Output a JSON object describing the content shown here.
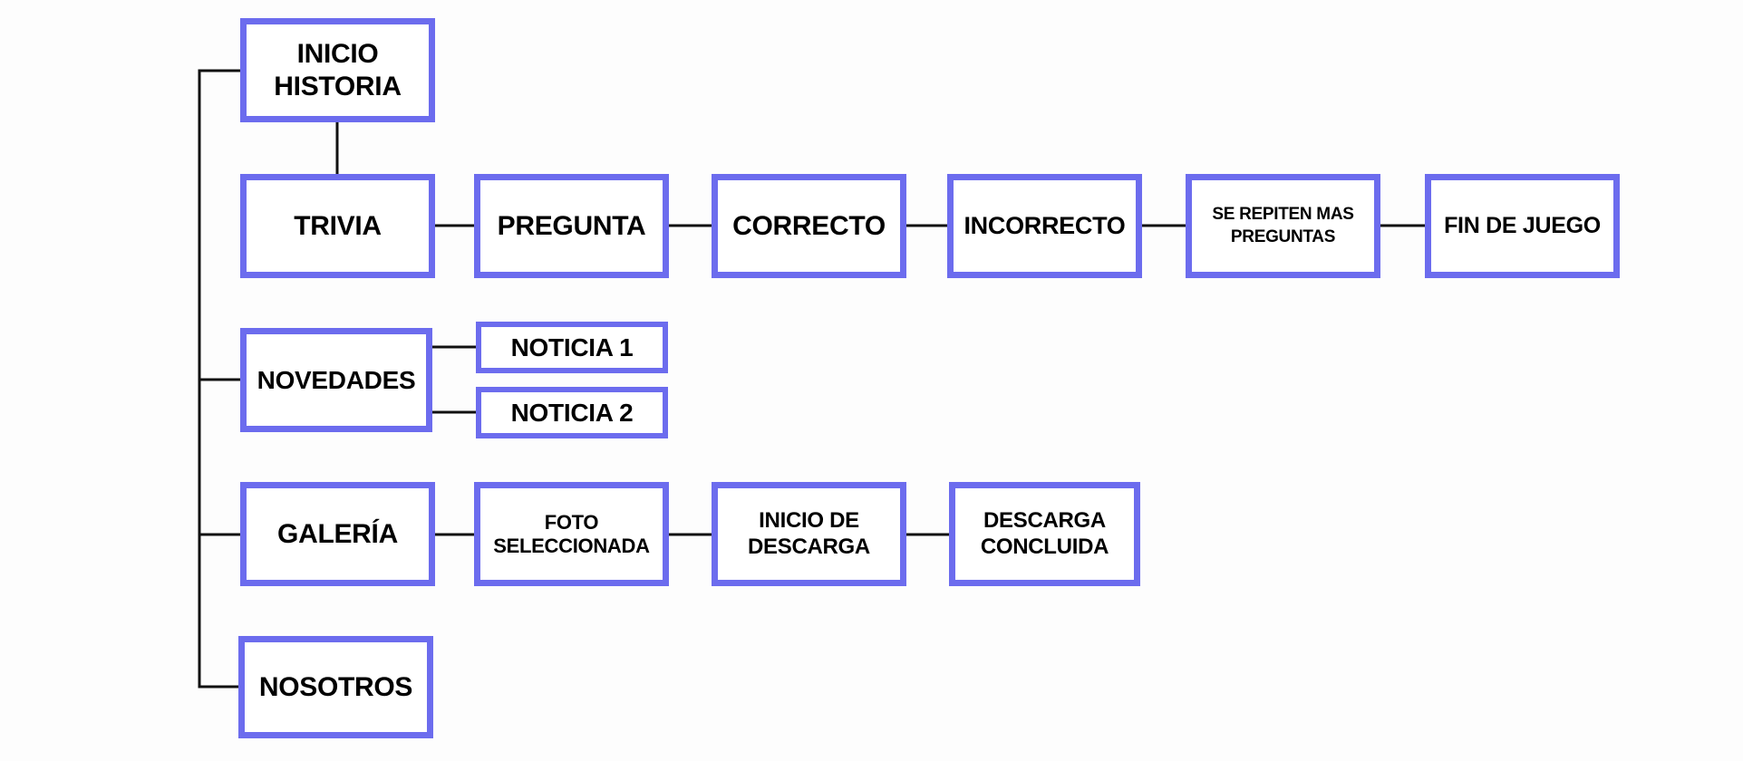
{
  "diagram": {
    "type": "sitemap-flowchart",
    "colors": {
      "node_border": "#6c6cee",
      "line": "#111111",
      "text": "#000000",
      "bg": "#fdfdfd"
    },
    "nodes": [
      {
        "id": "inicio-historia",
        "label": "INICIO HISTORIA"
      },
      {
        "id": "trivia",
        "label": "TRIVIA"
      },
      {
        "id": "pregunta",
        "label": "PREGUNTA"
      },
      {
        "id": "correcto",
        "label": "CORRECTO"
      },
      {
        "id": "incorrecto",
        "label": "INCORRECTO"
      },
      {
        "id": "se-repiten-mas-preguntas",
        "label": "SE REPITEN MAS PREGUNTAS"
      },
      {
        "id": "fin-de-juego",
        "label": "FIN DE JUEGO"
      },
      {
        "id": "novedades",
        "label": "NOVEDADES"
      },
      {
        "id": "noticia-1",
        "label": "NOTICIA 1"
      },
      {
        "id": "noticia-2",
        "label": "NOTICIA 2"
      },
      {
        "id": "galeria",
        "label": "GALERÍA"
      },
      {
        "id": "foto-seleccionada",
        "label": "FOTO SELECCIONADA"
      },
      {
        "id": "inicio-de-descarga",
        "label": "INICIO DE DESCARGA"
      },
      {
        "id": "descarga-concluida",
        "label": "DESCARGA CONCLUIDA"
      },
      {
        "id": "nosotros",
        "label": "NOSOTROS"
      }
    ],
    "edges": [
      {
        "from": "inicio-historia",
        "to": "trivia"
      },
      {
        "from": "trivia",
        "to": "pregunta"
      },
      {
        "from": "pregunta",
        "to": "correcto"
      },
      {
        "from": "correcto",
        "to": "incorrecto"
      },
      {
        "from": "incorrecto",
        "to": "se-repiten-mas-preguntas"
      },
      {
        "from": "se-repiten-mas-preguntas",
        "to": "fin-de-juego"
      },
      {
        "from": "inicio-historia",
        "to": "novedades"
      },
      {
        "from": "inicio-historia",
        "to": "galeria"
      },
      {
        "from": "inicio-historia",
        "to": "nosotros"
      },
      {
        "from": "novedades",
        "to": "noticia-1"
      },
      {
        "from": "novedades",
        "to": "noticia-2"
      },
      {
        "from": "galeria",
        "to": "foto-seleccionada"
      },
      {
        "from": "foto-seleccionada",
        "to": "inicio-de-descarga"
      },
      {
        "from": "inicio-de-descarga",
        "to": "descarga-concluida"
      }
    ]
  }
}
